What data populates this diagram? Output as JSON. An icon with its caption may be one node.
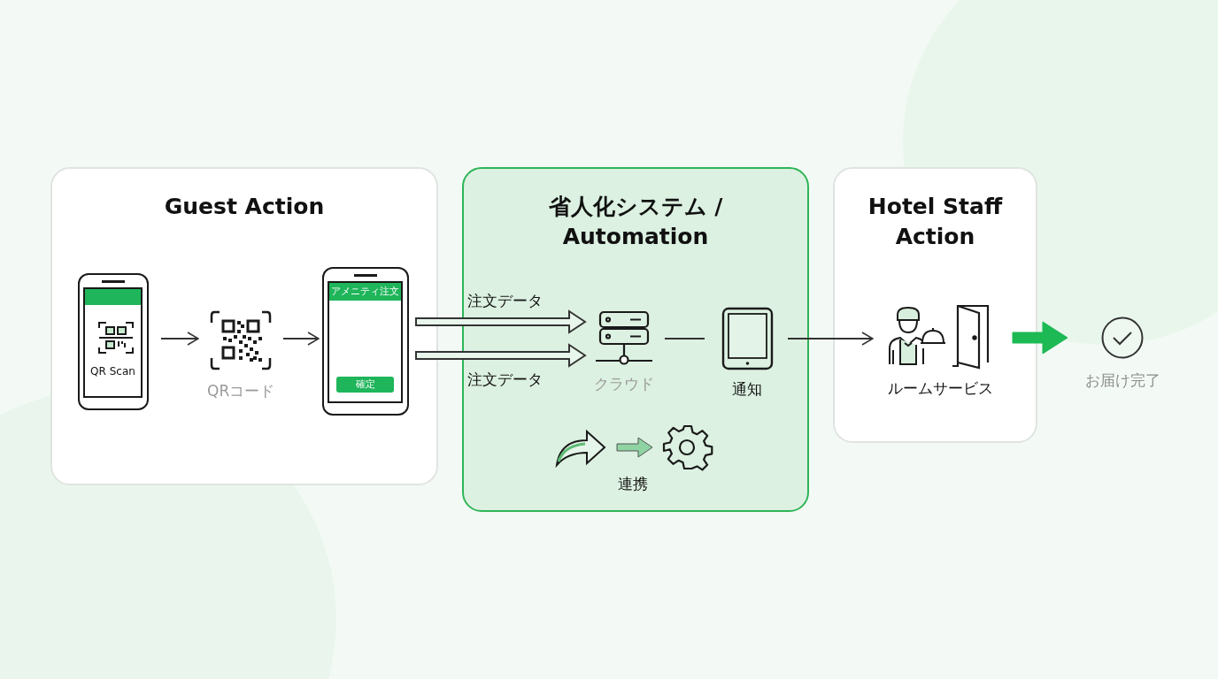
{
  "diagram": {
    "nodes": [
      {
        "text": [
          "Guest Action"
        ]
      },
      {
        "text": [
          "QR Scan"
        ],
        "in": 0
      },
      {
        "text": [
          "QRコード"
        ],
        "in": 0
      },
      {
        "text": [
          "アメニティ注文",
          "確定"
        ],
        "in": 0
      },
      {
        "text": [
          "省人化システム / Automation"
        ]
      },
      {
        "text": [
          "クラウド"
        ],
        "in": 4
      },
      {
        "text": [
          "通知"
        ],
        "in": 4
      },
      {
        "text": [
          "連携"
        ],
        "in": 4
      },
      {
        "text": [
          "Hotel Staff Action"
        ]
      },
      {
        "text": [
          "ルームサービス"
        ],
        "in": 8
      },
      {
        "text": [
          "お届け完了"
        ]
      }
    ],
    "edges": [
      {
        "from": 1,
        "to": 2,
        "arrow": "to"
      },
      {
        "from": 2,
        "to": 3,
        "arrow": "to"
      },
      {
        "from": 3,
        "to": 5,
        "arrow": "to",
        "label": "注文データ",
        "style": "thick"
      },
      {
        "from": 3,
        "to": 5,
        "arrow": "to",
        "label": "注文データ",
        "style": "thick"
      },
      {
        "from": 5,
        "to": 6,
        "arrow": "none"
      },
      {
        "from": 6,
        "to": 9,
        "arrow": "to"
      },
      {
        "from": 9,
        "to": 10,
        "arrow": "to",
        "style": "thick",
        "color": "#1db954"
      }
    ]
  }
}
